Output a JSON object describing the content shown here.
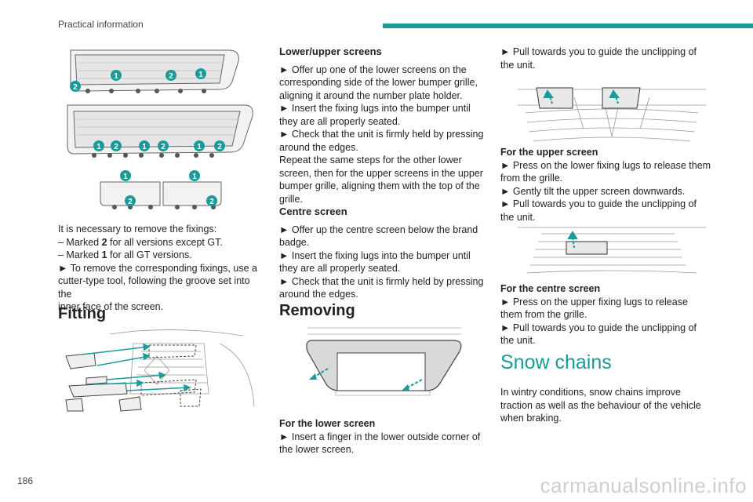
{
  "header": {
    "title": "Practical information"
  },
  "page_number": "186",
  "watermark": "carmanualsonline.info",
  "col1": {
    "fixings_intro": "It is necessary to remove the fixings:",
    "fixings_item2_pre": "– Marked ",
    "fixings_item2_num": "2",
    "fixings_item2_post": " for all versions except GT.",
    "fixings_item1_pre": "– Marked ",
    "fixings_item1_num": "1",
    "fixings_item1_post": " for all GT versions.",
    "remove_step_1": "► To remove the corresponding fixings, use a",
    "remove_step_2": "cutter-type tool, following the groove set into the",
    "remove_step_3": "inner face of the screen.",
    "fitting_heading": "Fitting",
    "callout_1": "1",
    "callout_2": "2"
  },
  "col2": {
    "lower_upper_heading": "Lower/upper screens",
    "lu_lines": [
      "► Offer up one of the lower screens on the",
      "corresponding side of the lower bumper grille,",
      "aligning it around the number plate holder.",
      "► Insert the fixing lugs into the bumper until",
      "they are all properly seated.",
      "► Check that the unit is firmly held by pressing",
      "around the edges.",
      "Repeat the same steps for the other lower",
      "screen, then for the upper screens in the upper",
      "bumper grille, aligning them with the top of the",
      "grille."
    ],
    "centre_heading": "Centre screen",
    "centre_lines": [
      "► Offer up the centre screen below the brand",
      "badge.",
      "► Insert the fixing lugs into the bumper until",
      "they are all properly seated.",
      "► Check that the unit is firmly held by pressing",
      "around the edges."
    ],
    "removing_heading": "Removing",
    "lower_heading": "For the lower screen",
    "lower_lines": [
      "► Insert a finger in the lower outside corner of",
      "the lower screen."
    ]
  },
  "col3": {
    "top_lines": [
      "► Pull towards you to guide the unclipping of",
      "the unit."
    ],
    "upper_heading": "For the upper screen",
    "upper_lines": [
      "► Press on the lower fixing lugs to release them",
      "from the grille.",
      "► Gently tilt the upper screen downwards.",
      "► Pull towards you to guide the unclipping of",
      "the unit."
    ],
    "centre_heading": "For the centre screen",
    "centre_lines": [
      "► Press on the upper fixing lugs to release",
      "them from the grille.",
      "► Pull towards you to guide the unclipping of",
      "the unit."
    ],
    "snow_heading": "Snow chains",
    "snow_lines": [
      "In wintry conditions, snow chains improve",
      "traction as well as the behaviour of the vehicle",
      "when braking."
    ]
  },
  "colors": {
    "accent": "#1a9a99",
    "text": "#222222",
    "line": "#888888"
  }
}
